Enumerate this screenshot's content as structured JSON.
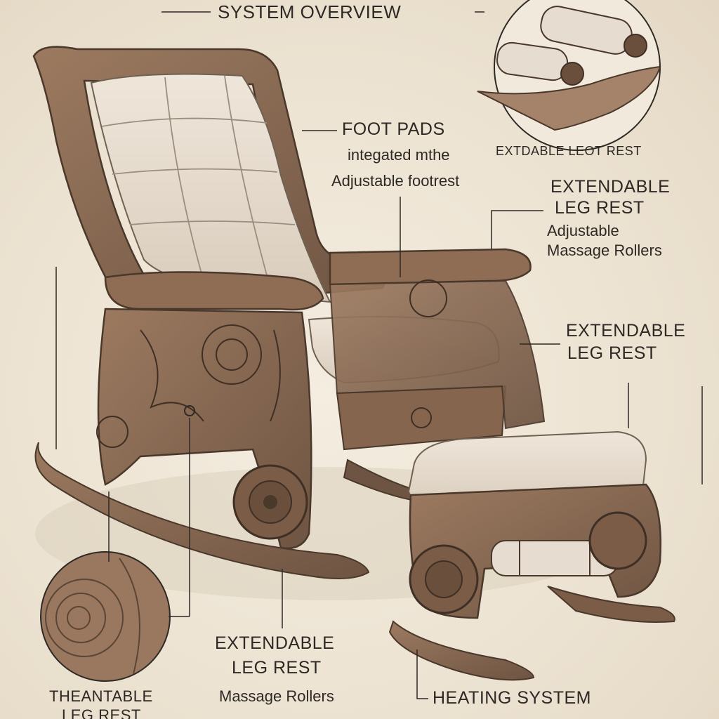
{
  "diagram": {
    "title": "SYSTEM OVERVIEW",
    "labels": {
      "foot_pads_heading": "FOOT PADS",
      "foot_pads_line2": "integated mthe",
      "foot_pads_line3": "Adjustable footrest",
      "inset_caption": "EXTDABLE LEOT REST",
      "right_upper_heading_1": "EXTENDABLE",
      "right_upper_heading_2": "LEG REST",
      "right_upper_sub_1": "Adjustable",
      "right_upper_sub_2": "Massage Rollers",
      "right_mid_heading_1": "EXTENDABLE",
      "right_mid_heading_2": "LEG REST",
      "bottom_center_heading_1": "EXTENDABLE",
      "bottom_center_heading_2": "LEG REST",
      "bottom_center_sub": "Massage Rollers",
      "bottom_left_line1": "THEANTABLE",
      "bottom_left_line2": "LEG REST",
      "heating": "HEATING SYSTEM"
    },
    "colors": {
      "background": "#efe6d6",
      "wood": "#8a6a52",
      "wood_dark": "#5b4535",
      "cushion": "#e7ddd0",
      "ink": "#2e2924"
    }
  }
}
